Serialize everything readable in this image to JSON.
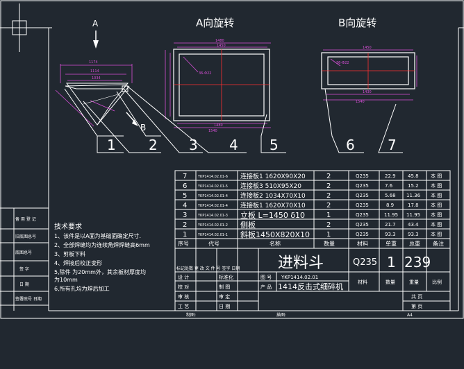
{
  "views": {
    "a_title": "A向旋转",
    "b_title": "B向旋转",
    "arrow_a": "A",
    "arrow_b": "B"
  },
  "balloons": [
    "1",
    "2",
    "3",
    "4",
    "5",
    "6",
    "7"
  ],
  "dims": {
    "side_1174": "1174",
    "side_1114": "1114",
    "side_1034": "1034",
    "a_1480": "1480",
    "a_1450": "1450",
    "a_1480b": "1480",
    "a_1540": "1540",
    "a_hole": "36-Φ22",
    "b_1450": "1450",
    "b_1430": "1430",
    "b_1540": "1540",
    "b_hole": "36-Φ22"
  },
  "tech": {
    "title": "技术要求",
    "lines": [
      "1、该件是以A面为基础面确定尺寸.",
      "2、全部焊缝均为连续角焊焊缝高6mm",
      "3、剪板下料",
      "4、焊接后校正变形",
      "5,除件      为20mm外，其余板材厚度均",
      "为10mm",
      "6,所有孔均为焊后加工"
    ]
  },
  "left_block": [
    "备 用 登 记",
    "旧底图总号",
    "底图总号",
    "签 字",
    "日 期",
    "签署底号 日期"
  ],
  "bom": {
    "headers": {
      "seq": "序号",
      "code": "代号",
      "name": "名称",
      "qty": "数量",
      "material": "材料",
      "unit_wt": "单重",
      "total_wt": "总重",
      "note": "备注"
    },
    "rows": [
      {
        "seq": "7",
        "code": "YKP1414.02.01-6",
        "name": "连接板1 1620X90X20",
        "qty": "2",
        "material": "Q235",
        "unit": "22.9",
        "total": "45.8",
        "note": "本 图"
      },
      {
        "seq": "6",
        "code": "YKP1414.02.01-5",
        "name": "连接板3 510X95X20",
        "qty": "2",
        "material": "Q235",
        "unit": "7.6",
        "total": "15.2",
        "note": "本 图"
      },
      {
        "seq": "5",
        "code": "YKP1414.02.01-4",
        "name": "连接板2 1034X70X10",
        "qty": "2",
        "material": "Q235",
        "unit": "5.68",
        "total": "11.36",
        "note": "本 图"
      },
      {
        "seq": "4",
        "code": "YKP1414.02.01-4",
        "name": "连接板1 1620X70X10",
        "qty": "2",
        "material": "Q235",
        "unit": "8.9",
        "total": "17.8",
        "note": "本 图"
      },
      {
        "seq": "3",
        "code": "YKP1414.02.01-3",
        "name": "立板 L=1450  δ10",
        "qty": "1",
        "material": "Q235",
        "unit": "11.95",
        "total": "11.95",
        "note": "本 图"
      },
      {
        "seq": "2",
        "code": "YKP1414.02.01-2",
        "name": "侧板",
        "qty": "2",
        "material": "Q235",
        "unit": "21.7",
        "total": "43.4",
        "note": "本 图"
      },
      {
        "seq": "1",
        "code": "YKP1414.02.01-1",
        "name": "斜板1450X820X10",
        "qty": "1",
        "material": "Q235",
        "unit": "93.3",
        "total": "93.3",
        "note": "本 图"
      }
    ]
  },
  "title_block": {
    "part_name": "进料斗",
    "material": "Q235",
    "qty": "1",
    "weight": "239",
    "drawing_no_label": "图 号",
    "drawing_no": "YKP1414.02.01",
    "product_label": "产 品",
    "product": "1414反击式细碎机",
    "col_material": "材料",
    "col_qty": "数量",
    "col_weight": "重量",
    "col_scale": "比例",
    "rev_headers": "标记处数  更 改 文 件 号  签字  日期",
    "left_labels": [
      "设 计",
      "校 对",
      "审 核",
      "工 艺"
    ],
    "mid_labels": [
      "标准化",
      "制 图",
      "审 定",
      "日 期"
    ],
    "total_pages": "共        页",
    "page_no": "第        页"
  },
  "footer": {
    "copy": "制图:",
    "copy2": "描图:",
    "size": "A4"
  }
}
